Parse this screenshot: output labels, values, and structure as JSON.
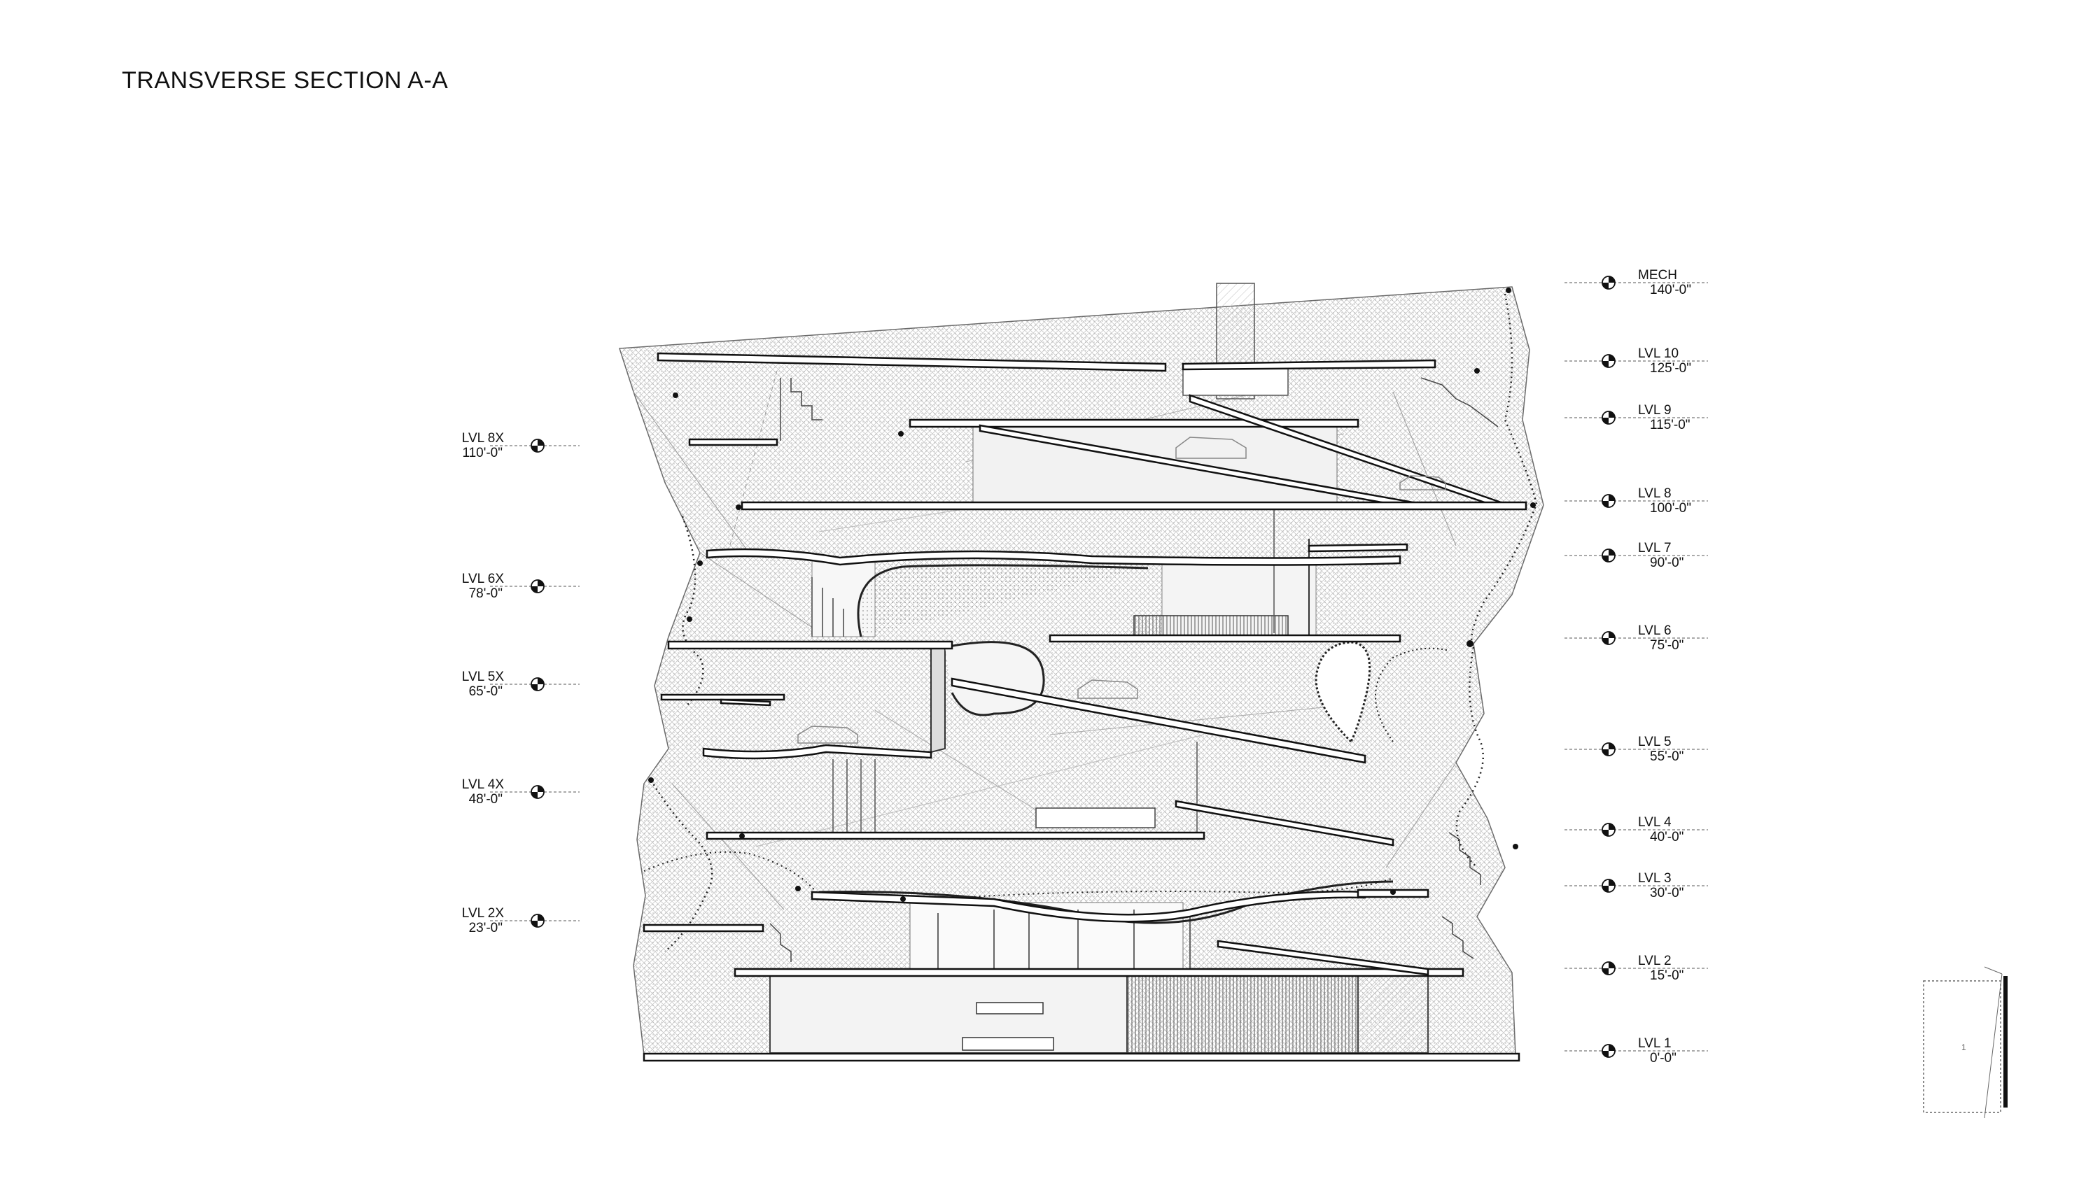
{
  "title": "TRANSVERSE SECTION A-A",
  "levels_right": [
    {
      "name": "MECH",
      "elev": "140'-0\""
    },
    {
      "name": "LVL 10",
      "elev": "125'-0\""
    },
    {
      "name": "LVL 9",
      "elev": "115'-0\""
    },
    {
      "name": "LVL 8",
      "elev": "100'-0\""
    },
    {
      "name": "LVL 7",
      "elev": "90'-0\""
    },
    {
      "name": "LVL 6",
      "elev": "75'-0\""
    },
    {
      "name": "LVL 5",
      "elev": "55'-0\""
    },
    {
      "name": "LVL 4",
      "elev": "40'-0\""
    },
    {
      "name": "LVL 3",
      "elev": "30'-0\""
    },
    {
      "name": "LVL 2",
      "elev": "15'-0\""
    },
    {
      "name": "LVL 1",
      "elev": "0'-0\""
    }
  ],
  "levels_left": [
    {
      "name": "LVL 8X",
      "elev": "110'-0\""
    },
    {
      "name": "LVL 6X",
      "elev": "78'-0\""
    },
    {
      "name": "LVL 5X",
      "elev": "65'-0\""
    },
    {
      "name": "LVL 4X",
      "elev": "48'-0\""
    },
    {
      "name": "LVL 2X",
      "elev": "23'-0\""
    }
  ],
  "key_plan_mark": "1"
}
